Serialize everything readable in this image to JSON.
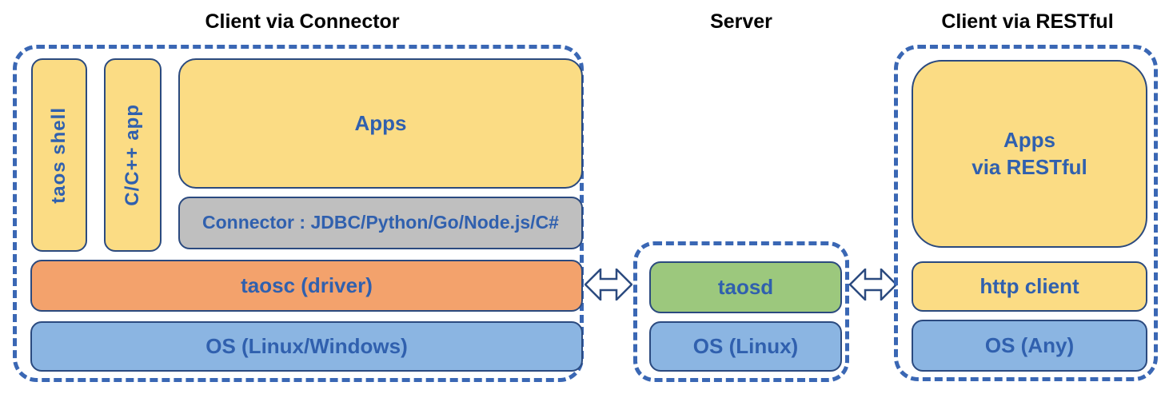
{
  "titles": {
    "left": "Client via Connector",
    "middle": "Server",
    "right": "Client via RESTful"
  },
  "client_connector_group": {
    "taos_shell": "taos shell",
    "cpp_app": "C/C++ app",
    "apps": "Apps",
    "connector": "Connector : JDBC/Python/Go/Node.js/C#",
    "taosc": "taosc (driver)",
    "os": "OS (Linux/Windows)"
  },
  "server_group": {
    "taosd": "taosd",
    "os": "OS (Linux)"
  },
  "rest_client_group": {
    "apps": "Apps\nvia RESTful",
    "http_client": "http client",
    "os": "OS (Any)"
  },
  "icons": {
    "left_arrow": "bidirectional-arrow",
    "right_arrow": "bidirectional-arrow"
  },
  "colors": {
    "dash_border": "#3A67B4",
    "box_border": "#2B4A7F",
    "label_text": "#3060AE",
    "title_text": "#000000",
    "yellow": "#FBDC84",
    "gray": "#BFBFBF",
    "orange": "#F3A26C",
    "blue": "#8BB5E2",
    "green": "#9CC87D",
    "background": "#FFFFFF"
  }
}
